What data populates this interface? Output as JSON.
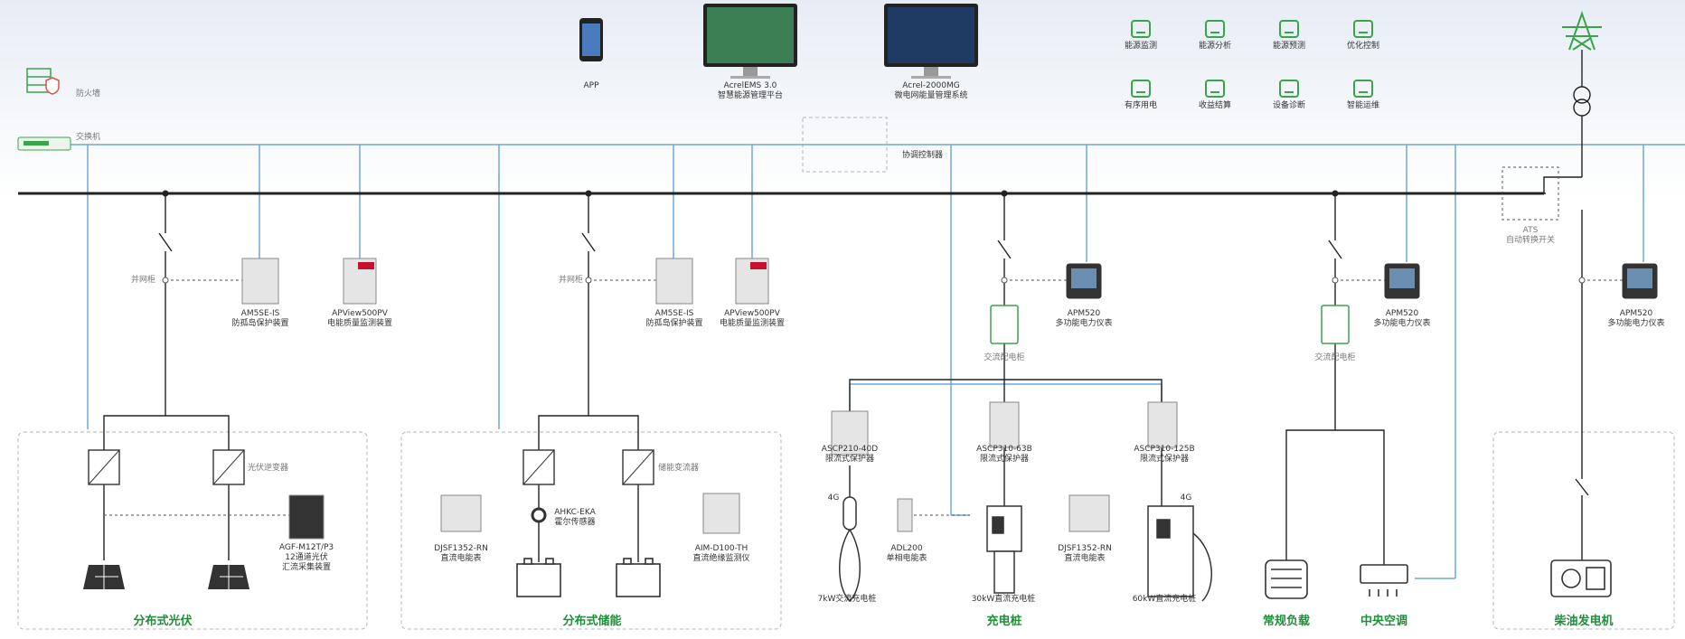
{
  "top": {
    "firewall": "防火墙",
    "switch": "交换机",
    "app": "APP",
    "ems": [
      "AcrelEMS 3.0",
      "智慧能源管理平台"
    ],
    "microgrid": [
      "Acrel-2000MG",
      "微电网能量管理系统"
    ],
    "coordinator": "协调控制器"
  },
  "features": [
    "能源监测",
    "能源分析",
    "能源预测",
    "优化控制",
    "有序用电",
    "收益结算",
    "设备诊断",
    "智能运维"
  ],
  "pv": {
    "grid_cabinet": "并网柜",
    "am5se": [
      "AM5SE-IS",
      "防孤岛保护装置"
    ],
    "apview": [
      "APView500PV",
      "电能质量监测装置"
    ],
    "inverter": "光伏逆变器",
    "agf": [
      "AGF-M12T/P3",
      "12通道光伏",
      "汇流采集装置"
    ],
    "title": "分布式光伏"
  },
  "storage": {
    "grid_cabinet": "并网柜",
    "am5se": [
      "AM5SE-IS",
      "防孤岛保护装置"
    ],
    "apview": [
      "APView500PV",
      "电能质量监测装置"
    ],
    "pcs": "储能变流器",
    "djsf": [
      "DJSF1352-RN",
      "直流电能表"
    ],
    "ahkc": [
      "AHKC-EKA",
      "霍尔传感器"
    ],
    "aim": [
      "AIM-D100-TH",
      "直流绝缘监测仪"
    ],
    "title": "分布式储能"
  },
  "charging": {
    "apm1": [
      "APM520",
      "多功能电力仪表"
    ],
    "ac_cabinet": "交流配电柜",
    "ascp200": [
      "ASCP210-40D",
      "限流式保护器"
    ],
    "ascp310_63": [
      "ASCP310-63B",
      "限流式保护器"
    ],
    "ascp310_125": [
      "ASCP310-125B",
      "限流式保护器"
    ],
    "g4a": "4G",
    "g4b": "4G",
    "adl": [
      "ADL200",
      "单相电能表"
    ],
    "djsf": [
      "DJSF1352-RN",
      "直流电能表"
    ],
    "pile7": "7kW交流充电桩",
    "pile30": "30kW直流充电桩",
    "pile60": "60kW直流充电桩",
    "title": "充电桩"
  },
  "loads": {
    "apm": [
      "APM520",
      "多功能电力仪表"
    ],
    "ac_cabinet": "交流配电柜",
    "normal": "常规负载",
    "ac": "中央空调"
  },
  "grid": {
    "ats": [
      "ATS",
      "自动转换开关"
    ],
    "apm": [
      "APM520",
      "多功能电力仪表"
    ],
    "title": "柴油发电机"
  }
}
